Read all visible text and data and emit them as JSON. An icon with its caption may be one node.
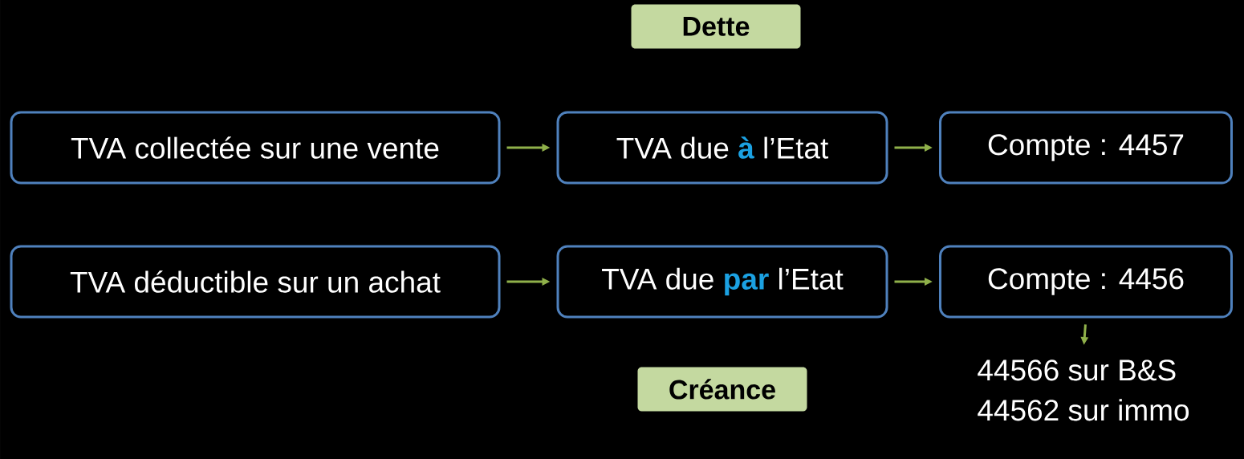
{
  "diagram": {
    "nodes": [
      {
        "text": [
          "Dette"
        ]
      },
      {
        "text": [
          "TVA collectée sur une vente"
        ]
      },
      {
        "text": [
          "TVA due **à** l’Etat"
        ]
      },
      {
        "text": [
          "Compte : 4457"
        ]
      },
      {
        "text": [
          "TVA déductible sur un achat"
        ]
      },
      {
        "text": [
          "TVA due **par** l’Etat"
        ]
      },
      {
        "text": [
          "Compte : 4456"
        ]
      },
      {
        "text": [
          "Créance"
        ]
      },
      {
        "text": [
          "44566 sur B&S",
          "44562 sur immo"
        ]
      }
    ],
    "edges": [
      {
        "from": 1,
        "to": 2,
        "arrow": "to"
      },
      {
        "from": 2,
        "to": 3,
        "arrow": "to"
      },
      {
        "from": 4,
        "to": 5,
        "arrow": "to"
      },
      {
        "from": 5,
        "to": 6,
        "arrow": "to"
      },
      {
        "from": 6,
        "to": 8,
        "arrow": "to"
      }
    ]
  }
}
